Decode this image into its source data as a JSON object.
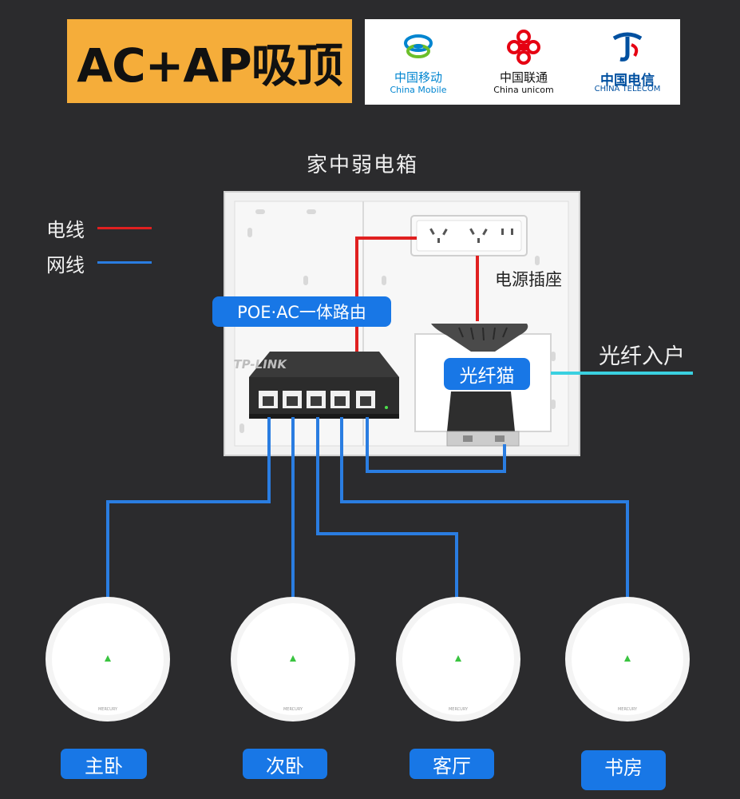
{
  "header": {
    "title": "AC+AP吸顶"
  },
  "carriers": [
    {
      "name_cn": "中国移动",
      "name_en": "China Mobile",
      "color": "#0085d0",
      "icon": "china-mobile-logo-icon"
    },
    {
      "name_cn": "中国联通",
      "name_en": "China unicom",
      "color": "#e60012",
      "icon": "china-unicom-logo-icon"
    },
    {
      "name_cn": "中国电信",
      "name_en": "CHINA TELECOM",
      "color": "#0050a0",
      "icon": "china-telecom-logo-icon"
    }
  ],
  "legend": {
    "power": {
      "label": "电线",
      "color": "#e02020"
    },
    "network": {
      "label": "网线",
      "color": "#2a7de1"
    }
  },
  "box": {
    "title": "家中弱电箱",
    "router_label": "POE·AC一体路由",
    "router_brand": "TP-LINK",
    "socket_label": "电源插座",
    "modem_label": "光纤猫",
    "fiber_label": "光纤入户"
  },
  "rooms": [
    "主卧",
    "次卧",
    "客厅",
    "书房"
  ],
  "colors": {
    "background": "#2b2b2d",
    "accent_blue": "#1877e6",
    "title_badge": "#f5ad3a",
    "fiber": "#3ad0e0"
  }
}
